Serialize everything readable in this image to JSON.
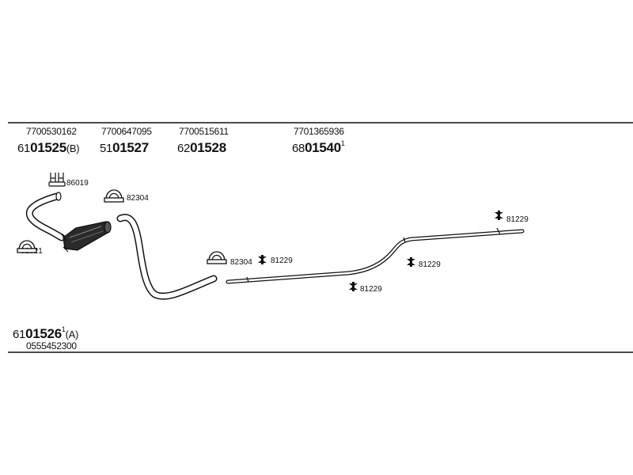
{
  "columns": [
    {
      "oem": "7700530162",
      "prefix": "61",
      "main": "01525",
      "suffix": "(B)",
      "sup": ""
    },
    {
      "oem": "7700647095",
      "prefix": "51",
      "main": "01527",
      "suffix": "",
      "sup": ""
    },
    {
      "oem": "7700515611",
      "prefix": "62",
      "main": "01528",
      "suffix": "",
      "sup": ""
    },
    {
      "oem": "7701365936",
      "prefix": "68",
      "main": "01540",
      "suffix": "",
      "sup": "1"
    }
  ],
  "bottom_part": {
    "prefix": "61",
    "main": "01526",
    "sup": "1",
    "suffix": "(A)",
    "oem": "0555452300"
  },
  "small_parts": {
    "hanger_top": "86019",
    "clamp_upper": "82304",
    "clamp_left": "82321",
    "clamp_mid": "82304",
    "rubber_a": "81229",
    "rubber_b": "81229",
    "rubber_c": "81229",
    "rubber_d": "81229"
  }
}
